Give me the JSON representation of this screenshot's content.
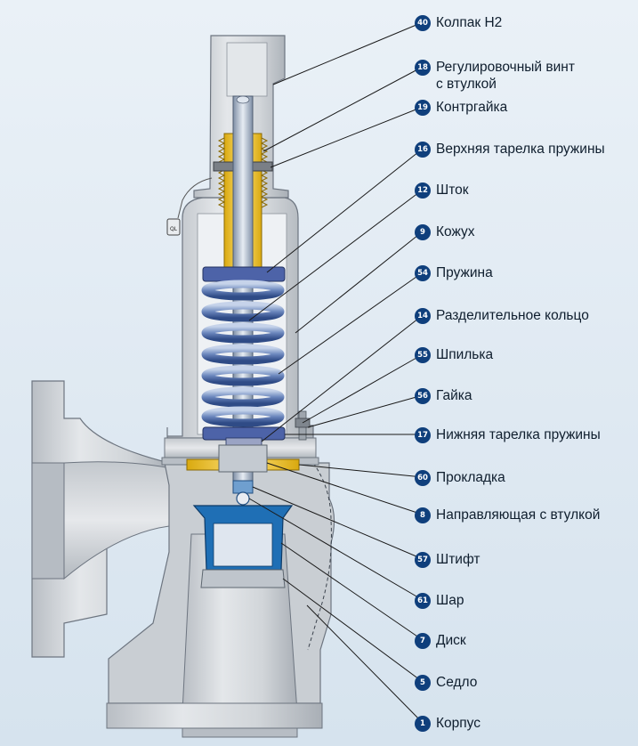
{
  "colors": {
    "background": "#e3ecf4",
    "metal": "#cfd3d8",
    "metal_dark": "#9aa1a9",
    "blue_part": "#1e6fb3",
    "spring": "#4b6ca8",
    "yellow_part": "#f2c319",
    "badge": "#0f3f7c",
    "leader": "#1a1a1a"
  },
  "callouts": [
    {
      "num": "40",
      "label": "Колпак H2"
    },
    {
      "num": "18",
      "label": "Регулировочный винт\nс втулкой"
    },
    {
      "num": "19",
      "label": "Контргайка"
    },
    {
      "num": "16",
      "label": "Верхняя тарелка пружины"
    },
    {
      "num": "12",
      "label": "Шток"
    },
    {
      "num": "9",
      "label": "Кожух"
    },
    {
      "num": "54",
      "label": "Пружина"
    },
    {
      "num": "14",
      "label": "Разделительное кольцо"
    },
    {
      "num": "55",
      "label": "Шпилька"
    },
    {
      "num": "56",
      "label": "Гайка"
    },
    {
      "num": "17",
      "label": "Нижняя тарелка пружины"
    },
    {
      "num": "60",
      "label": "Прокладка"
    },
    {
      "num": "8",
      "label": "Направляющая с втулкой"
    },
    {
      "num": "57",
      "label": "Штифт"
    },
    {
      "num": "61",
      "label": "Шар"
    },
    {
      "num": "7",
      "label": "Диск"
    },
    {
      "num": "5",
      "label": "Седло"
    },
    {
      "num": "1",
      "label": "Корпус"
    }
  ],
  "seal_tag": "QL"
}
